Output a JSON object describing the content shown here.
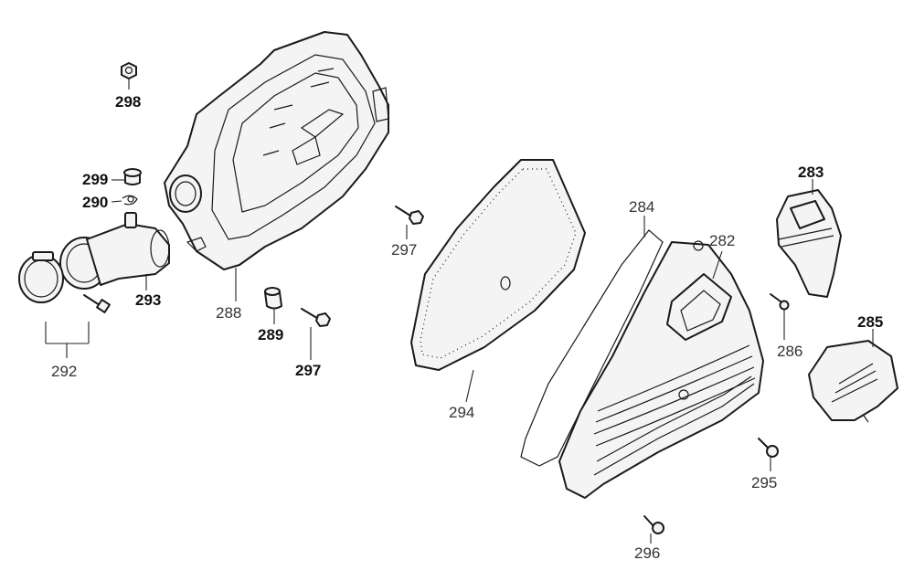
{
  "callouts": {
    "c298": "298",
    "c299": "299",
    "c290": "290",
    "c293": "293",
    "c292": "292",
    "c288": "288",
    "c289": "289",
    "c297a": "297",
    "c297b": "297",
    "c294": "294",
    "c284": "284",
    "c282": "282",
    "c283": "283",
    "c285": "285",
    "c286": "286",
    "c295": "295",
    "c296": "296"
  }
}
